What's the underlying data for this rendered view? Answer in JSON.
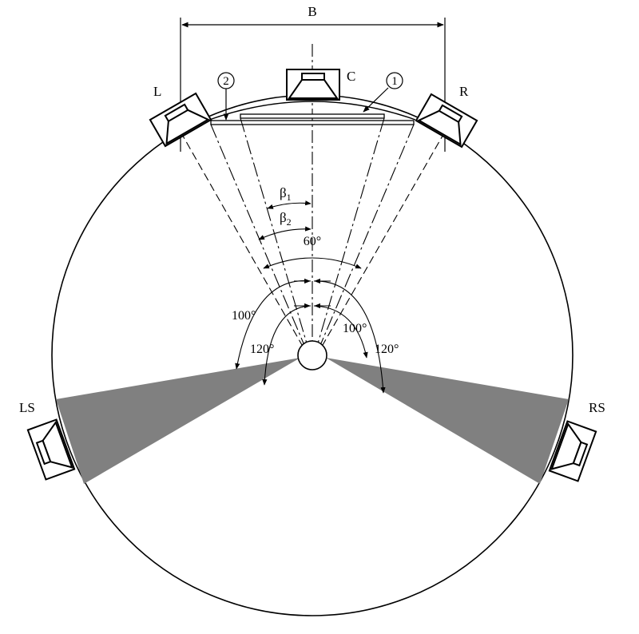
{
  "labels": {
    "width": "B",
    "left": "L",
    "center": "C",
    "right": "R",
    "left_surround": "LS",
    "right_surround": "RS",
    "marker_1": "1",
    "marker_2": "2"
  },
  "angles": {
    "front": "60°",
    "surround_min_left": "100°",
    "surround_max_left": "120°",
    "surround_min_right": "100°",
    "surround_max_right": "120°",
    "beta1": "β",
    "beta1_sub": "1",
    "beta2": "β",
    "beta2_sub": "2"
  },
  "colors": {
    "line": "#000000",
    "wedge_fill": "#808080",
    "background": "#ffffff"
  }
}
